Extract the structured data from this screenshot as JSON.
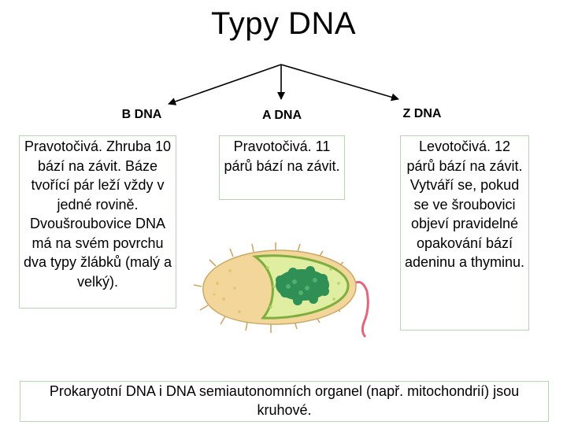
{
  "title": "Typy DNA",
  "types": [
    {
      "label": "B DNA",
      "description": "Pravotočivá. Zhruba 10 bází na závit. Báze tvořící pár leží vždy v jedné rovině. Dvoušroubovice DNA má na svém povrchu dva typy žlábků (malý a velký)."
    },
    {
      "label": "A DNA",
      "description": "Pravotočivá. 11 párů bází na závit."
    },
    {
      "label": "Z DNA",
      "description": "Levotočivá. 12 párů bází na závit. Vytváří se, pokud se ve šroubovici objeví pravidelné opakování bází adeninu a thyminu."
    }
  ],
  "footer": "Prokaryotní DNA i DNA semiautonomních organel (např. mitochondrií) jsou kruhové.",
  "colors": {
    "box_border": "#b9d3b5",
    "cell_body": "#f3d79a",
    "cell_membrane": "#7fae3f",
    "nucleoid": "#2f8f54",
    "flagellum": "#e0667a"
  }
}
